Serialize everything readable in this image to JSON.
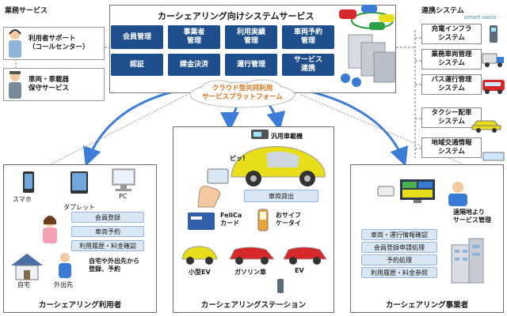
{
  "left_section": {
    "title": "業務サービス",
    "items": [
      {
        "label_line1": "利用者サポート",
        "label_line2": "（コールセンター）"
      },
      {
        "label_line1": "車両・車載器",
        "label_line2": "保守サービス"
      }
    ]
  },
  "center_top": {
    "title": "カーシェアリング向けシステムサービス",
    "buttons": [
      {
        "line1": "会員管理",
        "line2": ""
      },
      {
        "line1": "事業者",
        "line2": "管理"
      },
      {
        "line1": "利用実績",
        "line2": "管理"
      },
      {
        "line1": "車両予約",
        "line2": "管理"
      },
      {
        "line1": "認証",
        "line2": ""
      },
      {
        "line1": "課金決済",
        "line2": ""
      },
      {
        "line1": "運行管理",
        "line2": ""
      },
      {
        "line1": "サービス",
        "line2": "連携"
      }
    ],
    "cloud_line1": "クラウド型共同利用",
    "cloud_line2": "サービスプラットフォーム"
  },
  "right_section": {
    "title": "連携システム",
    "brand": "smart oasis",
    "items": [
      {
        "line1": "充電インフラ",
        "line2": "システム"
      },
      {
        "line1": "業務車両管理",
        "line2": "システム"
      },
      {
        "line1": "バス運行管理",
        "line2": "システム"
      },
      {
        "line1": "タクシー配車",
        "line2": "システム"
      },
      {
        "line1": "地域交通情報",
        "line2": "システム"
      }
    ]
  },
  "user_panel": {
    "title": "カーシェアリング利用者",
    "devices": [
      "スマホ",
      "タブレット",
      "PC"
    ],
    "services": [
      "会員登録",
      "車両予約",
      "利用履歴・料金確認"
    ],
    "home_label": "自宅",
    "away_label": "外出先",
    "note_line1": "自宅や外出先から",
    "note_line2": "登録、予約"
  },
  "station_panel": {
    "title": "カーシェアリングステーション",
    "device_label": "汎用車載機",
    "touch_label": "ピッ!",
    "dispatch_label": "車両貸出",
    "felica_line1": "FeliCa",
    "felica_line2": "カード",
    "osaifu_line1": "おサイフ",
    "osaifu_line2": "ケータイ",
    "cars": [
      "小型EV",
      "ガソリン車",
      "EV"
    ]
  },
  "operator_panel": {
    "title": "カーシェアリング事業者",
    "remote_line1": "遠隔地より",
    "remote_line2": "サービス管理",
    "services": [
      "車両・運行情報確認",
      "会員登録申請処理",
      "予約処理",
      "利用履歴・料金参照"
    ]
  },
  "colors": {
    "accent_blue": "#1f4e8c",
    "pill_blue": "#d9e6f4",
    "car_yellow": "#e8dd1a",
    "car_red": "#d6282b",
    "arrow_blue": "#3d7dd8"
  }
}
